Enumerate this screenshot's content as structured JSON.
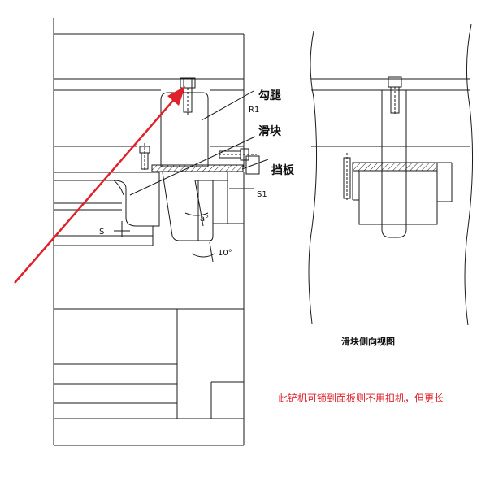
{
  "labels": {
    "hook_leg": "勾腿",
    "slider": "滑块",
    "baffle": "挡板",
    "r1": "R1",
    "s1": "S1",
    "s": "S",
    "alpha": "a°",
    "angle10": "10°"
  },
  "side_view_caption": "滑块侧向视图",
  "note": "此铲机可锁到面板则不用扣机，但更长",
  "colors": {
    "line": "#1a1a1a",
    "arrow": "#e0202a",
    "note": "#e0202a"
  }
}
